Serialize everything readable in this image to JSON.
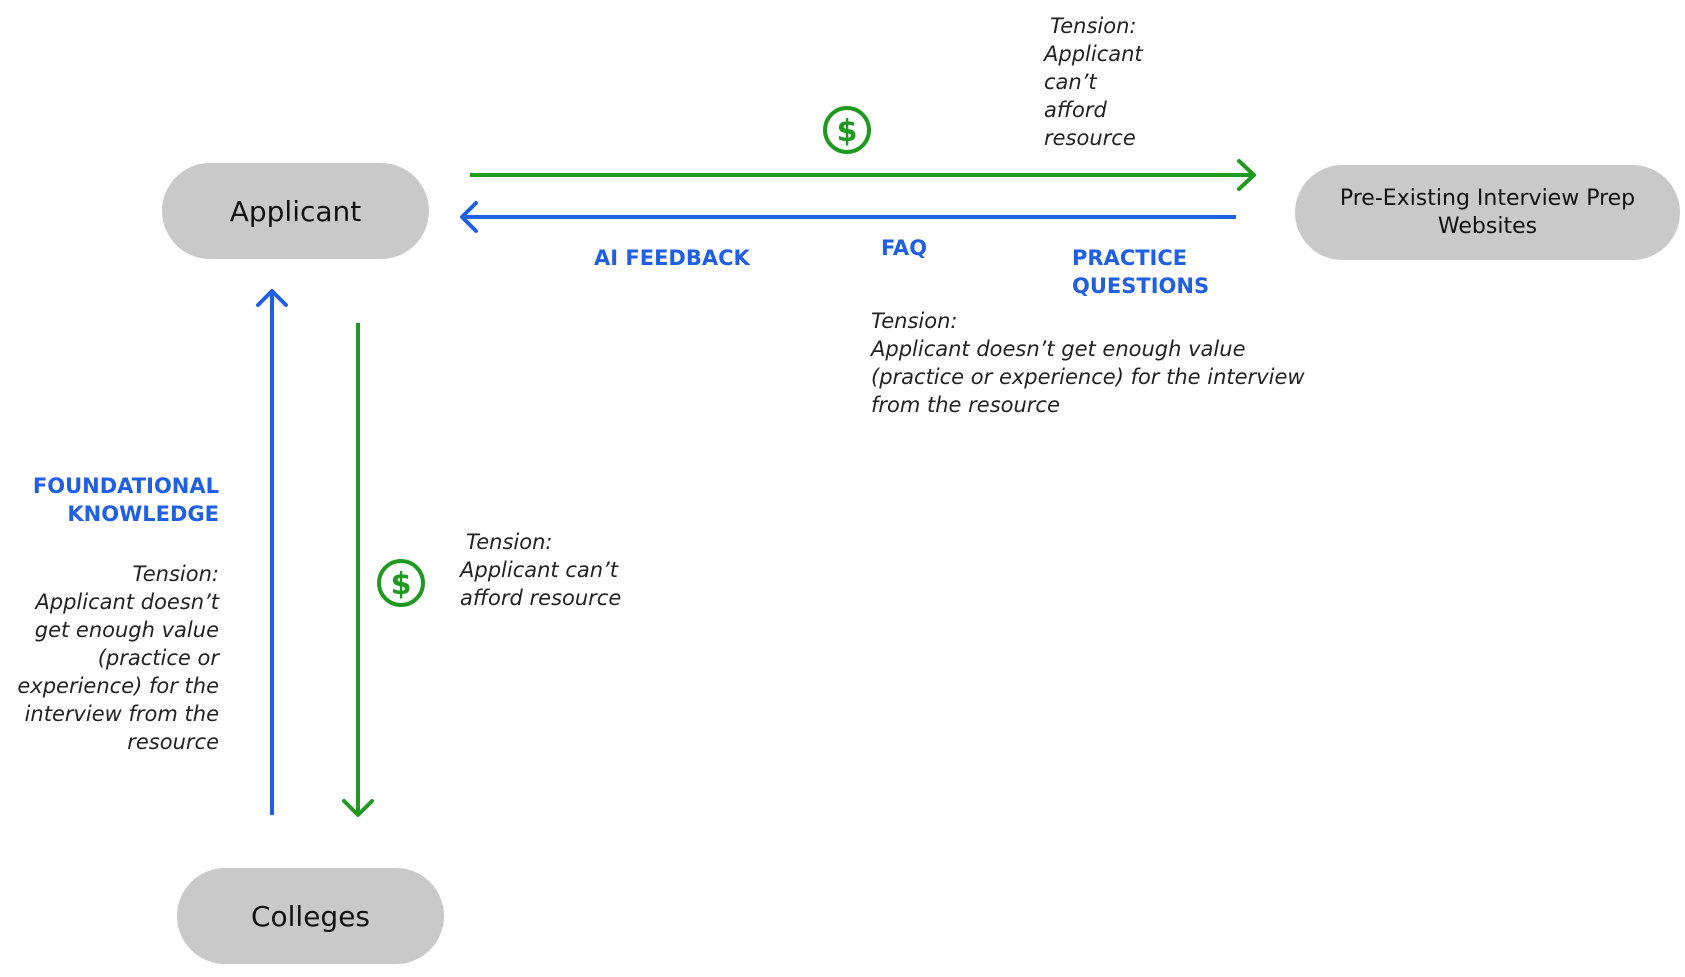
{
  "nodes": {
    "applicant": "Applicant",
    "prep_sites": "Pre-Existing Interview Prep Websites",
    "colleges": "Colleges"
  },
  "flows": {
    "ai_feedback": "AI FEEDBACK",
    "faq": "FAQ",
    "practice_questions": [
      "PRACTICE",
      "QUESTIONS"
    ],
    "foundational_knowledge": [
      "FOUNDATIONAL",
      "KNOWLEDGE"
    ]
  },
  "tensions": {
    "top_payment": [
      "Tension:",
      "Applicant",
      "can’t",
      "afford",
      "resource"
    ],
    "top_value": [
      "Tension:",
      "Applicant doesn’t get enough value",
      "(practice or experience) for the interview",
      "from the resource"
    ],
    "college_payment": [
      "Tension:",
      "Applicant can’t",
      "afford resource"
    ],
    "left_value": [
      "Tension:",
      "Applicant doesn’t",
      "get enough value",
      "(practice or",
      "experience) for the",
      "interview from the",
      "resource"
    ]
  },
  "icons": {
    "payment": "dollar-icon"
  },
  "colors": {
    "blue": "#1f5fe6",
    "green": "#1f9a1f",
    "node": "#c9c9c9"
  }
}
